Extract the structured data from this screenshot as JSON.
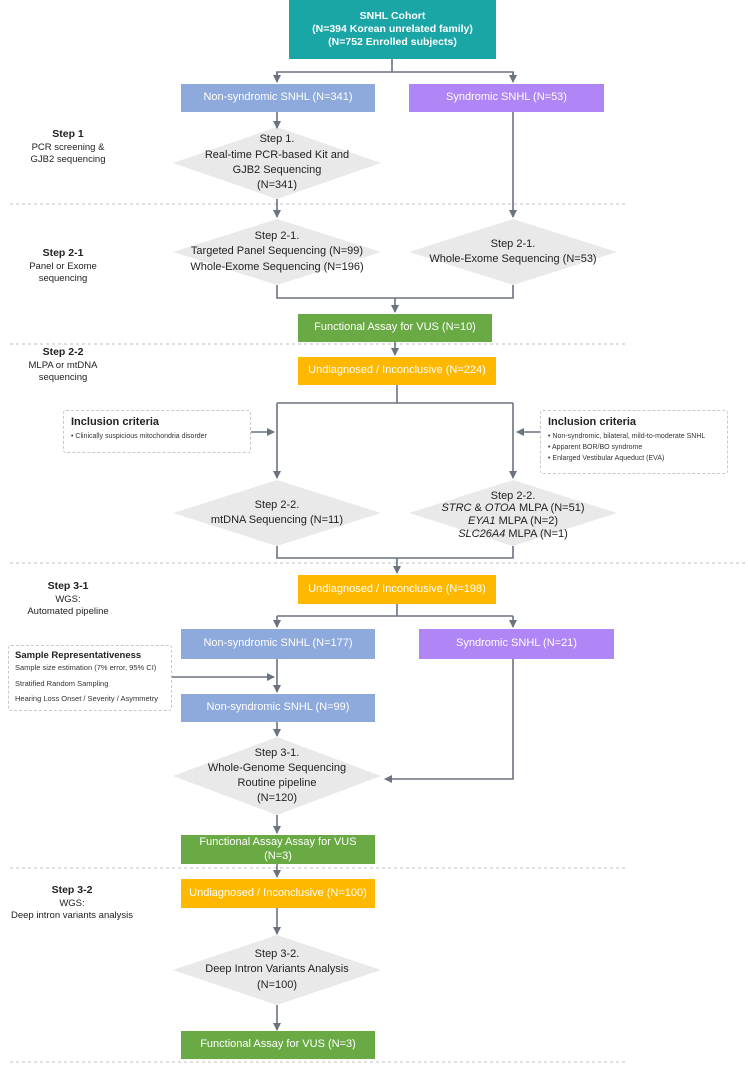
{
  "cohort": {
    "line1": "SNHL Cohort",
    "line2": "(N=394 Korean unrelated family)",
    "line3": "(N=752 Enrolled subjects)"
  },
  "step1": {
    "title": "Step 1",
    "desc1": "PCR screening &",
    "desc2": "GJB2 sequencing"
  },
  "step2_1": {
    "title": "Step 2-1",
    "desc1": "Panel or Exome",
    "desc2": "sequencing"
  },
  "step2_2": {
    "title": "Step 2-2",
    "desc1": "MLPA or mtDNA",
    "desc2": "sequencing"
  },
  "step3_1": {
    "title": "Step 3-1",
    "desc1": "WGS:",
    "desc2": "Automated pipeline"
  },
  "step3_2": {
    "title": "Step 3-2",
    "desc1": "WGS:",
    "desc2": "Deep intron variants analysis"
  },
  "nonsyndromic_341": "Non-syndromic SNHL (N=341)",
  "syndromic_53": "Syndromic SNHL (N=53)",
  "d_step1": {
    "l1": "Step 1.",
    "l2": "Real-time PCR-based Kit and",
    "l3": "GJB2 Sequencing",
    "l4": "(N=341)"
  },
  "d_step2_1a": {
    "l1": "Step 2-1.",
    "l2": "Targeted Panel Sequencing (N=99)",
    "l3": "Whole-Exome Sequencing (N=196)"
  },
  "d_step2_1b": {
    "l1": "Step 2-1.",
    "l2": "Whole-Exome Sequencing (N=53)"
  },
  "functional_10": "Functional Assay for VUS (N=10)",
  "undiag_224": "Undiagnosed / Inconclusive (N=224)",
  "crit_left": {
    "title": "Inclusion criteria",
    "items": [
      "• Clinically suspicious mitochondria disorder"
    ]
  },
  "crit_right": {
    "title": "Inclusion criteria",
    "items": [
      "• Non-syndromic, bilateral, mild-to-moderate SNHL",
      "• Apparent BOR/BO syndrome",
      "• Enlarged Vestibular Aqueduct (EVA)"
    ]
  },
  "d_step2_2a": {
    "l1": "Step 2-2.",
    "l2": "mtDNA Sequencing (N=11)"
  },
  "d_step2_2b": {
    "l1": "Step 2-2.",
    "g1": "STRC",
    "amp": " & ",
    "g2": "OTOA",
    "r1": " MLPA (N=51)",
    "g3": "EYA1",
    "r2": " MLPA (N=2)",
    "g4": "SLC26A4",
    "r3": " MLPA (N=1)"
  },
  "undiag_198": "Undiagnosed / Inconclusive (N=198)",
  "nonsyndromic_177": "Non-syndromic  SNHL (N=177)",
  "syndromic_21": "Syndromic SNHL (N=21)",
  "sample_rep": {
    "title": "Sample Representativeness",
    "items": [
      "Sample size estimation (7% error, 95% CI)",
      "Stratified Random Sampling",
      "Hearing Loss Onset / Severity / Asymmetry"
    ]
  },
  "nonsyndromic_99": "Non-syndromic  SNHL (N=99)",
  "d_step3_1": {
    "l1": "Step 3-1.",
    "l2": "Whole-Genome Sequencing",
    "l3": "Routine pipeline",
    "l4": "(N=120)"
  },
  "functional_3a": "Functional Assay Assay for VUS (N=3)",
  "undiag_100": "Undiagnosed / Inconclusive (N=100)",
  "d_step3_2": {
    "l1": "Step 3-2.",
    "l2": "Deep Intron Variants Analysis",
    "l3": "(N=100)"
  },
  "functional_3b": "Functional Assay for VUS (N=3)",
  "colors": {
    "teal": "#1aa6a6",
    "blue": "#8ea9db",
    "purple": "#b085f5",
    "green": "#6aaa45",
    "orange": "#ffb800",
    "diamond": "#e9e9e9",
    "arrow": "#6b7280"
  }
}
